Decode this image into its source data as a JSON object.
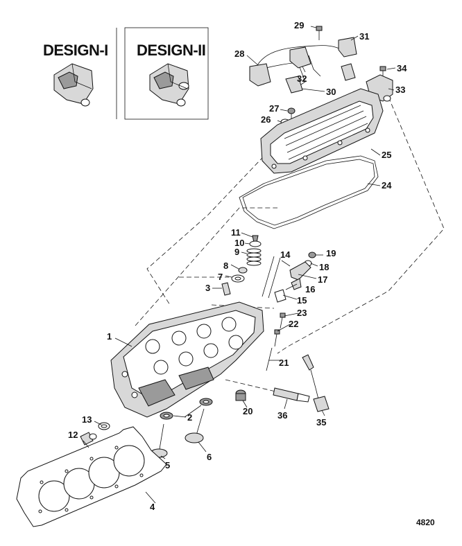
{
  "design_labels": {
    "design1": "DESIGN-I",
    "design2": "DESIGN-II"
  },
  "figure_number": "4820",
  "callouts": {
    "c1": "1",
    "c2": "2",
    "c3": "3",
    "c4": "4",
    "c5": "5",
    "c6": "6",
    "c7": "7",
    "c8": "8",
    "c9": "9",
    "c10": "10",
    "c11": "11",
    "c12": "12",
    "c13": "13",
    "c14": "14",
    "c15": "15",
    "c16": "16",
    "c17": "17",
    "c18": "18",
    "c19": "19",
    "c20": "20",
    "c21": "21",
    "c22": "22",
    "c23": "23",
    "c24": "24",
    "c25": "25",
    "c26": "26",
    "c27": "27",
    "c28": "28",
    "c29": "29",
    "c30": "30",
    "c31": "31",
    "c32": "32",
    "c33": "33",
    "c34": "34",
    "c35": "35",
    "c36": "36"
  }
}
